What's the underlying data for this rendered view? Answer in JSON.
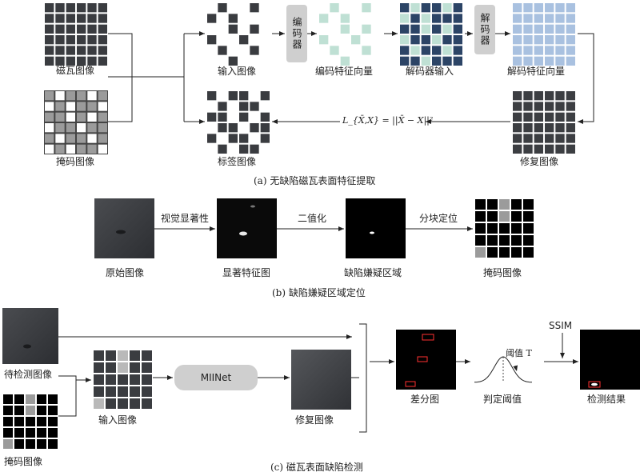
{
  "section_a": {
    "caption": "(a) 无缺陷磁瓦表面特征提取",
    "tile_image": "磁瓦图像",
    "mask_image": "掩码图像",
    "input_image": "输入图像",
    "label_image": "标签图像",
    "encoder": "编码器",
    "encoder_feature": "编码特征向量",
    "decoder_input": "解码器输入",
    "decoder": "解码器",
    "decoder_feature": "解码特征向量",
    "repaired_image": "修复图像",
    "loss": "L_{X̄,X} = ||X̄ − X||²"
  },
  "section_b": {
    "caption": "(b) 缺陷嫌疑区域定位",
    "original_image": "原始图像",
    "visual_saliency": "视觉显著性",
    "saliency_map": "显著特征图",
    "binarize": "二值化",
    "suspect_region": "缺陷嫌疑区域",
    "block_locate": "分块定位",
    "mask_image": "掩码图像"
  },
  "section_c": {
    "caption": "(c) 磁瓦表面缺陷检测",
    "test_image": "待检测图像",
    "mask_image": "掩码图像",
    "input_image": "输入图像",
    "model": "MIINet",
    "repaired_image": "修复图像",
    "diff_image": "差分图",
    "threshold_label": "阈值 T",
    "decide_threshold": "判定阈值",
    "ssim": "SSIM",
    "result": "检测结果"
  }
}
